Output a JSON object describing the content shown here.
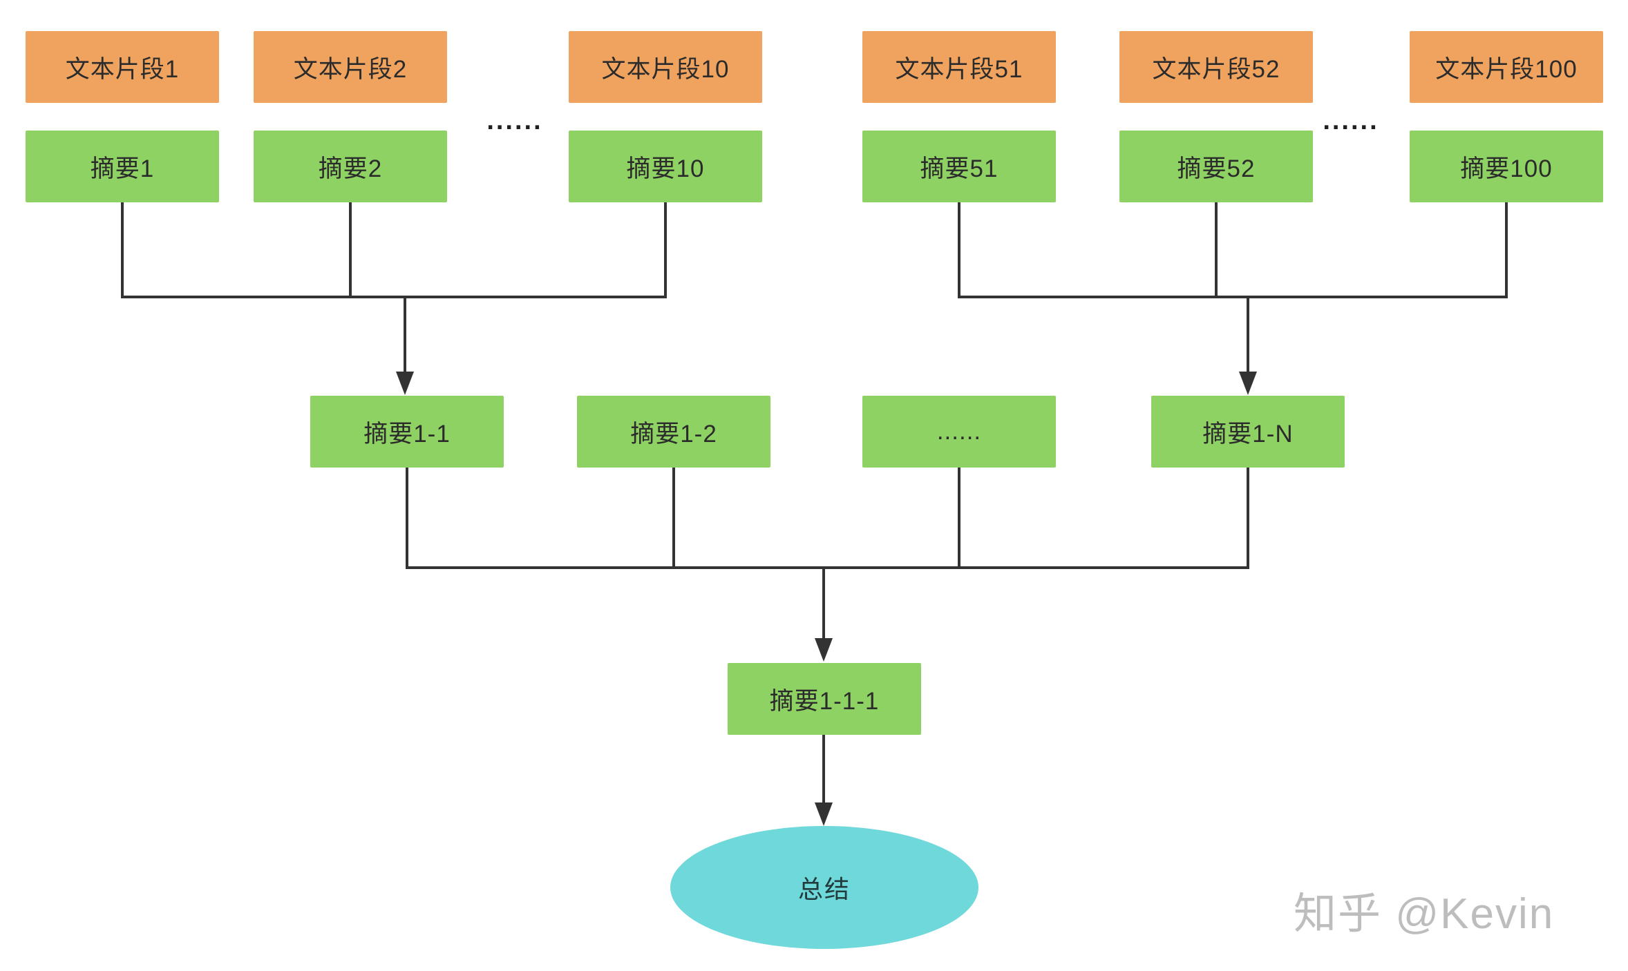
{
  "diagram": {
    "fragments": [
      "文本片段1",
      "文本片段2",
      "文本片段10",
      "文本片段51",
      "文本片段52",
      "文本片段100"
    ],
    "summaries": [
      "摘要1",
      "摘要2",
      "摘要10",
      "摘要51",
      "摘要52",
      "摘要100"
    ],
    "ellipsis_left": "......",
    "ellipsis_right": "......",
    "level2": [
      "摘要1-1",
      "摘要1-2",
      "......",
      "摘要1-N"
    ],
    "level3": "摘要1-1-1",
    "final": "总结",
    "watermark": "知乎 @Kevin",
    "colors": {
      "fragment_box": "#F0A35E",
      "summary_box": "#8FD264",
      "final_ellipse": "#6FD8DB",
      "connector_line": "#333333",
      "label_text": "#2B2B2B",
      "watermark_text": "#BDBDBD"
    }
  }
}
